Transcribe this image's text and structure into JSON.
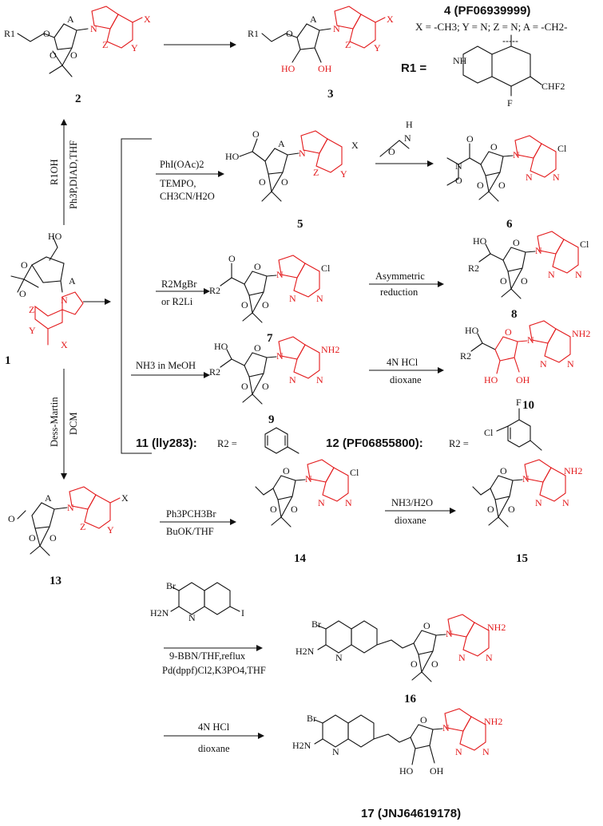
{
  "compounds": {
    "c1": "1",
    "c2": "2",
    "c3": "3",
    "c4_title": "4 (PF06939999)",
    "c4_note": "X = -CH3; Y = N; Z = N; A = -CH2-",
    "r1_label": "R1 =",
    "c5": "5",
    "c6": "6",
    "c7": "7",
    "c8": "8",
    "c9": "9",
    "c10": "10",
    "c11_label": "11 (lly283):",
    "c11_r": "R2 =",
    "c12_label": "12 (PF06855800):",
    "c12_r": "R2 =",
    "c13": "13",
    "c14": "14",
    "c15": "15",
    "c16": "16",
    "c17": "17 (JNJ64619178)"
  },
  "conditions": {
    "mitsunobu_1": "R1OH",
    "mitsunobu_2": "Ph3P,DIAD,THF",
    "ox_1": "PhI(OAc)2",
    "ox_2": "TEMPO,",
    "ox_3": "CH3CN/H2O",
    "grignard_1": "R2MgBr",
    "grignard_2": "or R2Li",
    "asym_1": "Asymmetric",
    "asym_2": "reduction",
    "ammonia": "NH3 in MeOH",
    "hcl_1": "4N HCl",
    "hcl_2": "dioxane",
    "dm_1": "Dess-Martin",
    "dm_2": "DCM",
    "wittig_1": "Ph3PCH3Br",
    "wittig_2": "BuOK/THF",
    "amm2_1": "NH3/H2O",
    "amm2_2": "dioxane",
    "suzuki_1": "9-BBN/THF,reflux",
    "suzuki_2": "Pd(dppf)Cl2,K3PO4,THF",
    "final_1": "4N HCl",
    "final_2": "dioxane"
  },
  "atoms": {
    "A": "A",
    "X": "X",
    "Y": "Y",
    "Z": "Z",
    "N": "N",
    "O": "O",
    "HO": "HO",
    "OH": "OH",
    "R1": "R1",
    "R2": "R2",
    "Cl": "Cl",
    "F": "F",
    "NH2": "NH2",
    "Br": "Br",
    "I": "I",
    "H2N": "H2N",
    "H": "H",
    "NH": "NH",
    "CHF2": "CHF2"
  }
}
